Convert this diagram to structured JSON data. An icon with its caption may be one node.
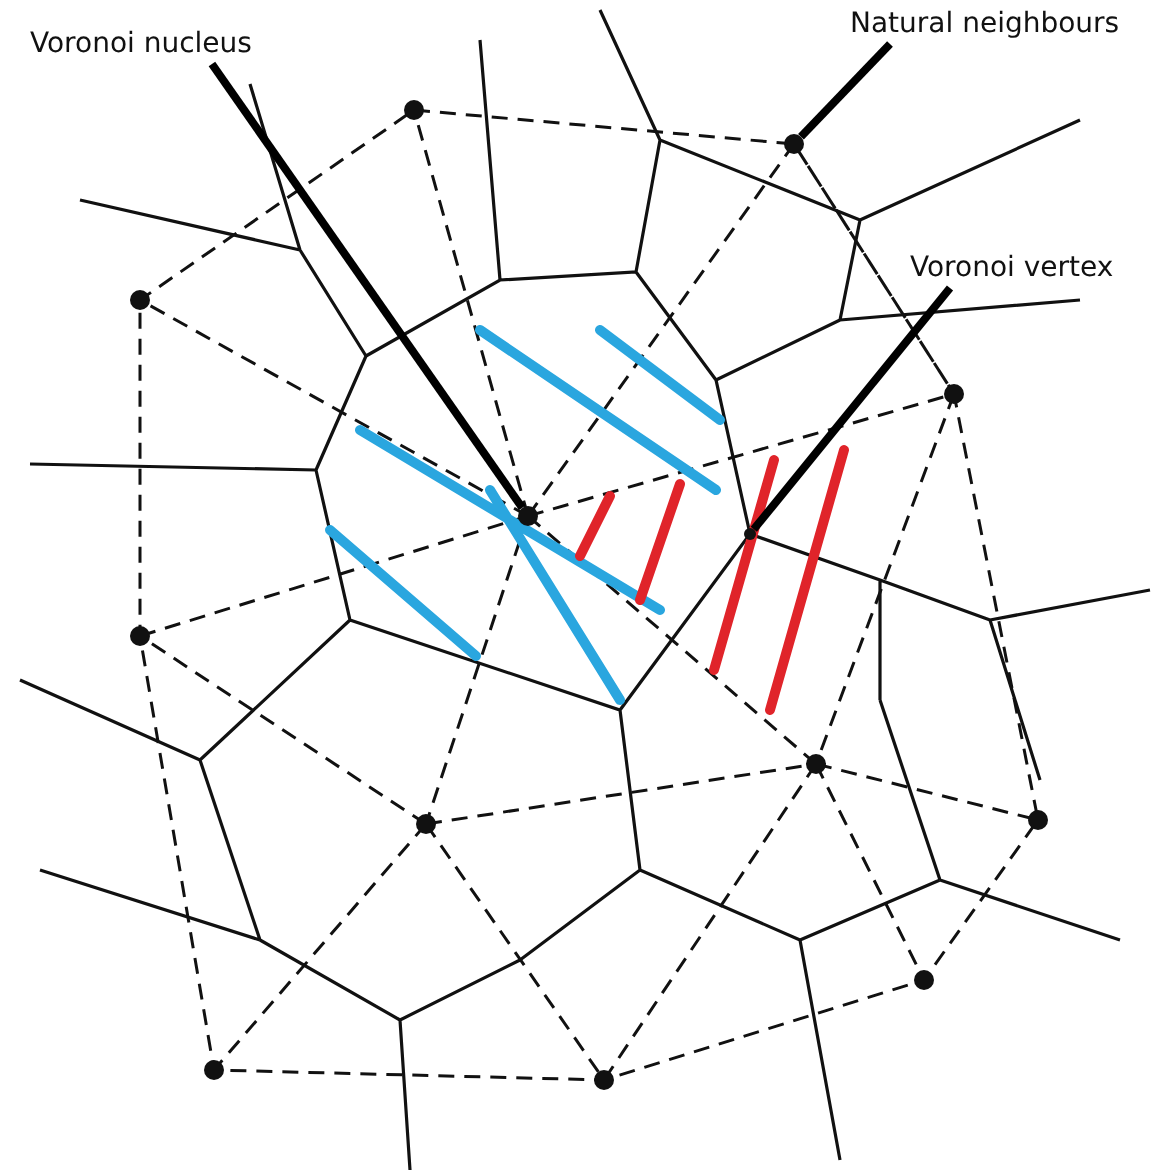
{
  "diagram": {
    "nodes": [
      {
        "text": [
          "Voronoi nucleus"
        ]
      },
      {
        "text": [],
        "shape": "circle"
      },
      {
        "text": [
          "Natural neighbours"
        ]
      },
      {
        "text": [],
        "shape": "circle"
      },
      {
        "text": [
          "Voronoi vertex"
        ]
      },
      {
        "text": [],
        "shape": "circle"
      }
    ],
    "edges": [
      {
        "from": 0,
        "to": 1,
        "arrow": "none"
      },
      {
        "from": 2,
        "to": 3,
        "arrow": "none"
      },
      {
        "from": 4,
        "to": 5,
        "arrow": "none"
      }
    ]
  }
}
